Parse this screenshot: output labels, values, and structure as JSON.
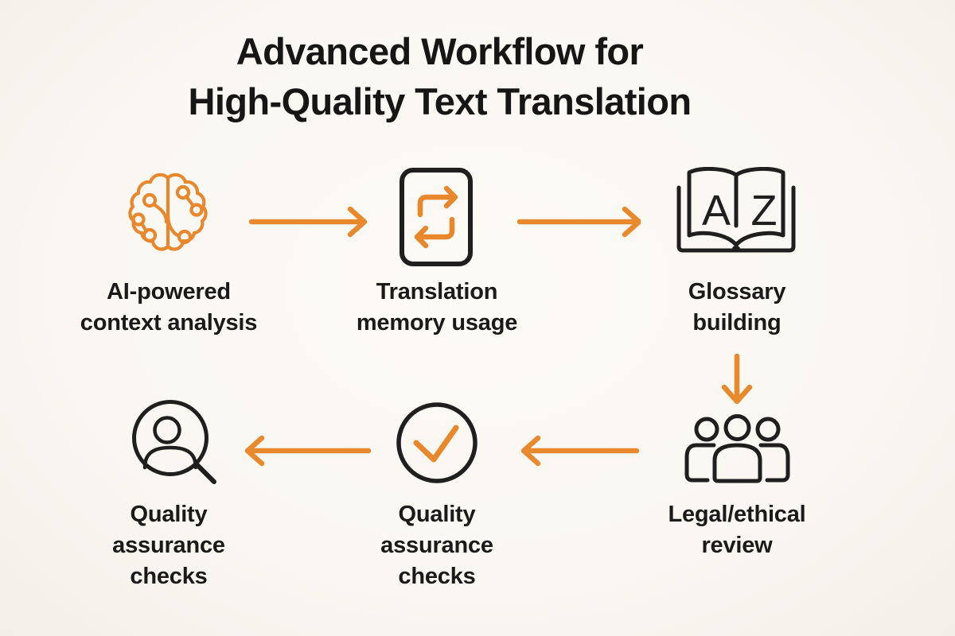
{
  "title": {
    "line1": "Advanced Workflow for",
    "line2": "High-Quality Text Translation"
  },
  "colors": {
    "background": "#FAF7F2",
    "accent_orange": "#E8872B",
    "ink_black": "#1F1F1F",
    "text_black": "#1A1A1A"
  },
  "steps": [
    {
      "icon": "brain-circuit-icon",
      "lines": [
        "AI-powered",
        "context analysis"
      ]
    },
    {
      "icon": "repeat-loop-icon",
      "lines": [
        "Translation",
        "memory usage"
      ]
    },
    {
      "icon": "open-book-az-icon",
      "lines": [
        "Glossary",
        "building"
      ]
    },
    {
      "icon": "people-group-icon",
      "lines": [
        "Legal/ethical",
        "review"
      ]
    },
    {
      "icon": "check-circle-icon",
      "lines": [
        "Quality",
        "assurance",
        "checks"
      ]
    },
    {
      "icon": "person-magnifier-icon",
      "lines": [
        "Quality",
        "assurance",
        "checks"
      ]
    }
  ],
  "book": {
    "left_page_letter": "A",
    "right_page_letter": "Z"
  },
  "arrows": [
    {
      "from_step": 1,
      "to_step": 2,
      "direction": "right"
    },
    {
      "from_step": 2,
      "to_step": 3,
      "direction": "right"
    },
    {
      "from_step": 3,
      "to_step": 4,
      "direction": "down"
    },
    {
      "from_step": 4,
      "to_step": 5,
      "direction": "left"
    },
    {
      "from_step": 5,
      "to_step": 6,
      "direction": "left"
    }
  ]
}
